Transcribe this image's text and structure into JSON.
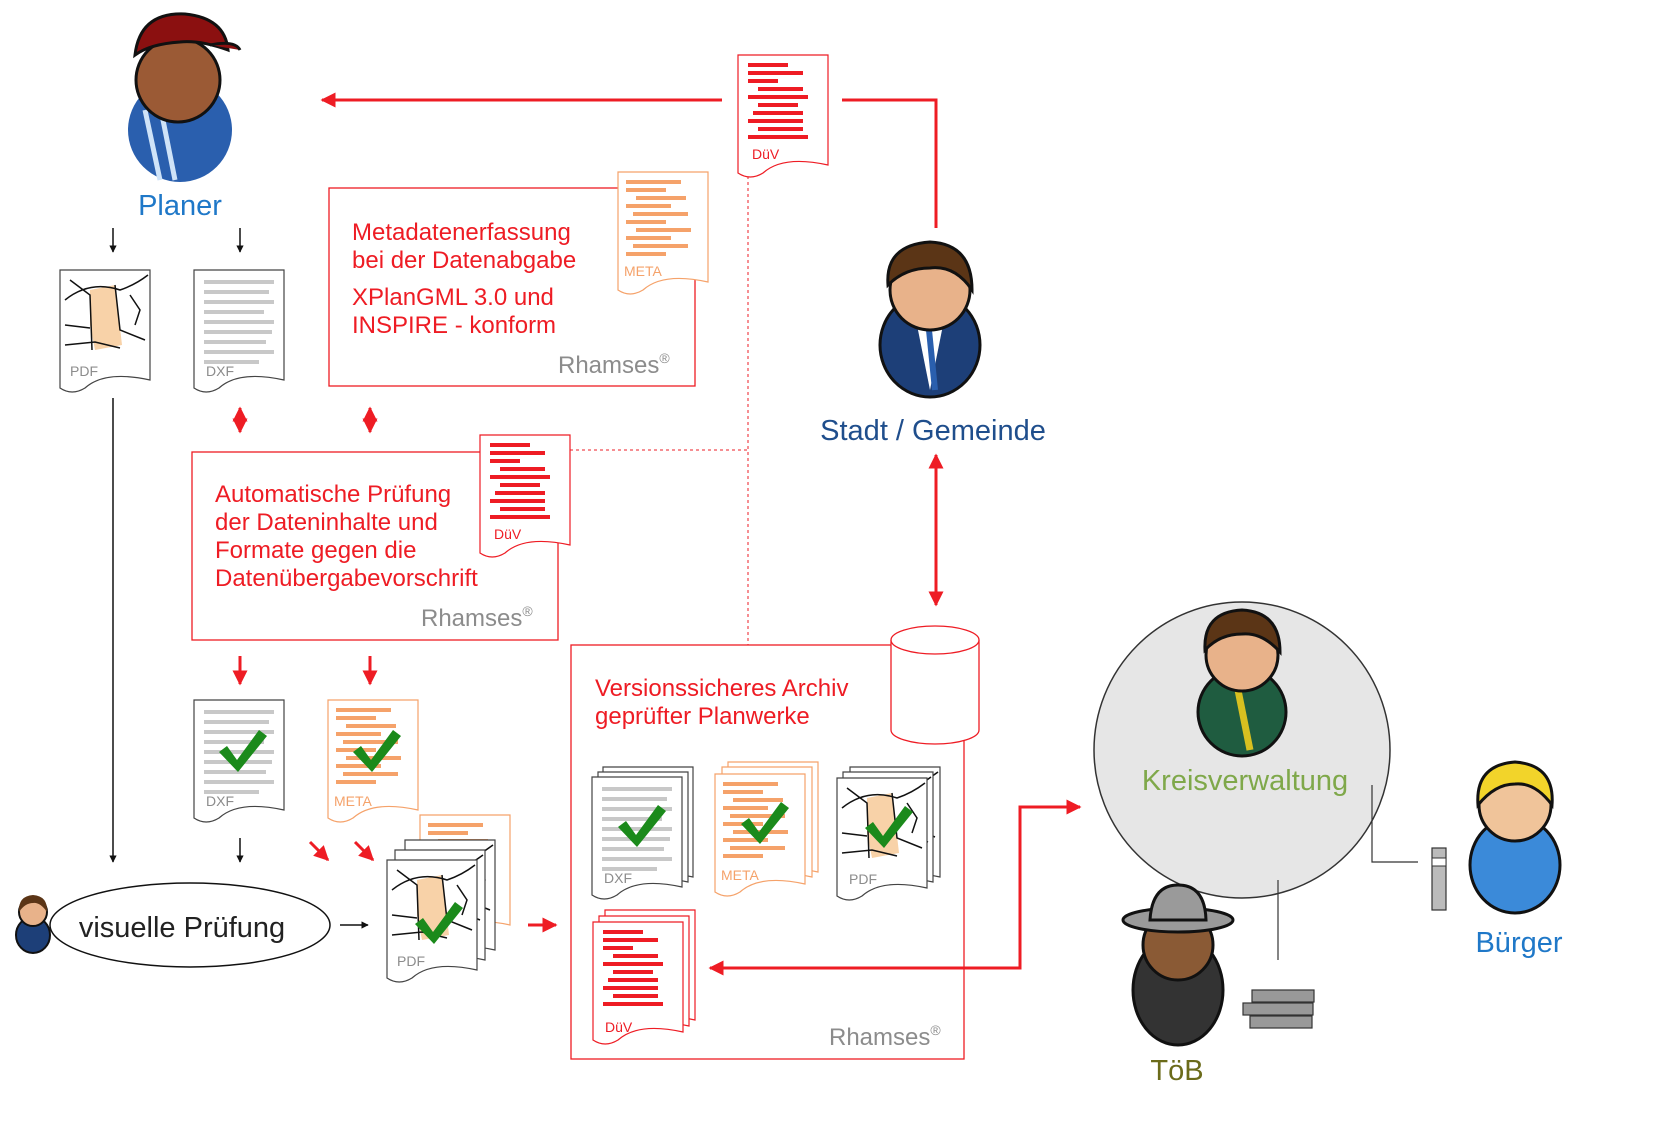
{
  "actors": {
    "planer": "Planer",
    "stadt": "Stadt / Gemeinde",
    "kreis": "Kreisverwaltung",
    "buerger": "Bürger",
    "toeb": "TöB"
  },
  "boxes": {
    "meta": {
      "line1": "Metadatenerfassung",
      "line2": "bei der Datenabgabe",
      "line3": "XPlanGML 3.0 und",
      "line4": "INSPIRE - konform",
      "brand": "Rhamses",
      "reg": "®"
    },
    "pruefung": {
      "line1": "Automatische Prüfung",
      "line2": "der Dateninhalte und",
      "line3": "Formate gegen die",
      "line4": "Datenübergabevorschrift",
      "brand": "Rhamses",
      "reg": "®"
    },
    "archiv": {
      "line1": "Versionssicheres Archiv",
      "line2": "geprüfter Planwerke",
      "brand": "Rhamses",
      "reg": "®"
    }
  },
  "visual_check": "visuelle Prüfung",
  "doc_labels": {
    "pdf": "PDF",
    "dxf": "DXF",
    "meta": "META",
    "duev": "DüV"
  },
  "colors": {
    "red": "#ee1c24",
    "orange": "#f5a26a",
    "gray": "#8c8c8c",
    "green_check": "#1b8a1b",
    "planer_blue": "#1f78c8",
    "stadt_blue": "#1f4e8c",
    "kreis_green": "#7fa84a",
    "toeb_olive": "#6b6b1a"
  }
}
